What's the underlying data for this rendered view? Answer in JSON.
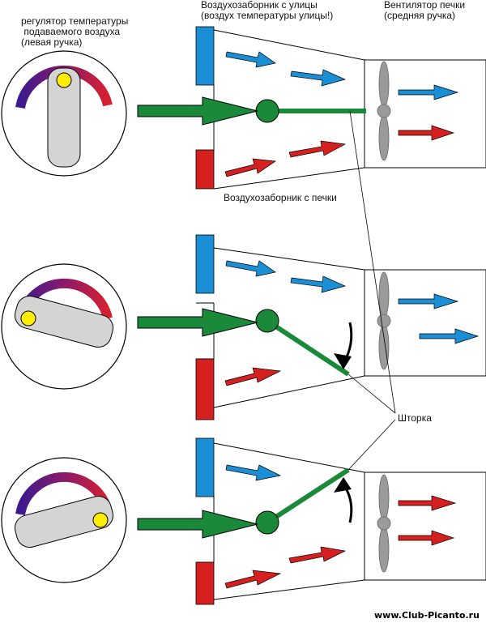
{
  "labels": {
    "regulator": "регулятор температуры\n подаваемого воздуха\n(левая ручка)",
    "street_intake": "Воздухозаборник с улицы\n(воздух температуры улицы!)",
    "fan": "Вентилятор печки\n(средняя ручка)",
    "stove_intake": "Воздухозаборник с печки",
    "shutter": "Шторка"
  },
  "watermark": "www.Club-Picanto.ru",
  "colors": {
    "cold": "#1b8fd6",
    "hot": "#d62020",
    "green": "#1a8a3a",
    "knob_fill": "#d4d4d4",
    "dot": "#ffee00",
    "fan_gray": "#9a9a9a"
  }
}
